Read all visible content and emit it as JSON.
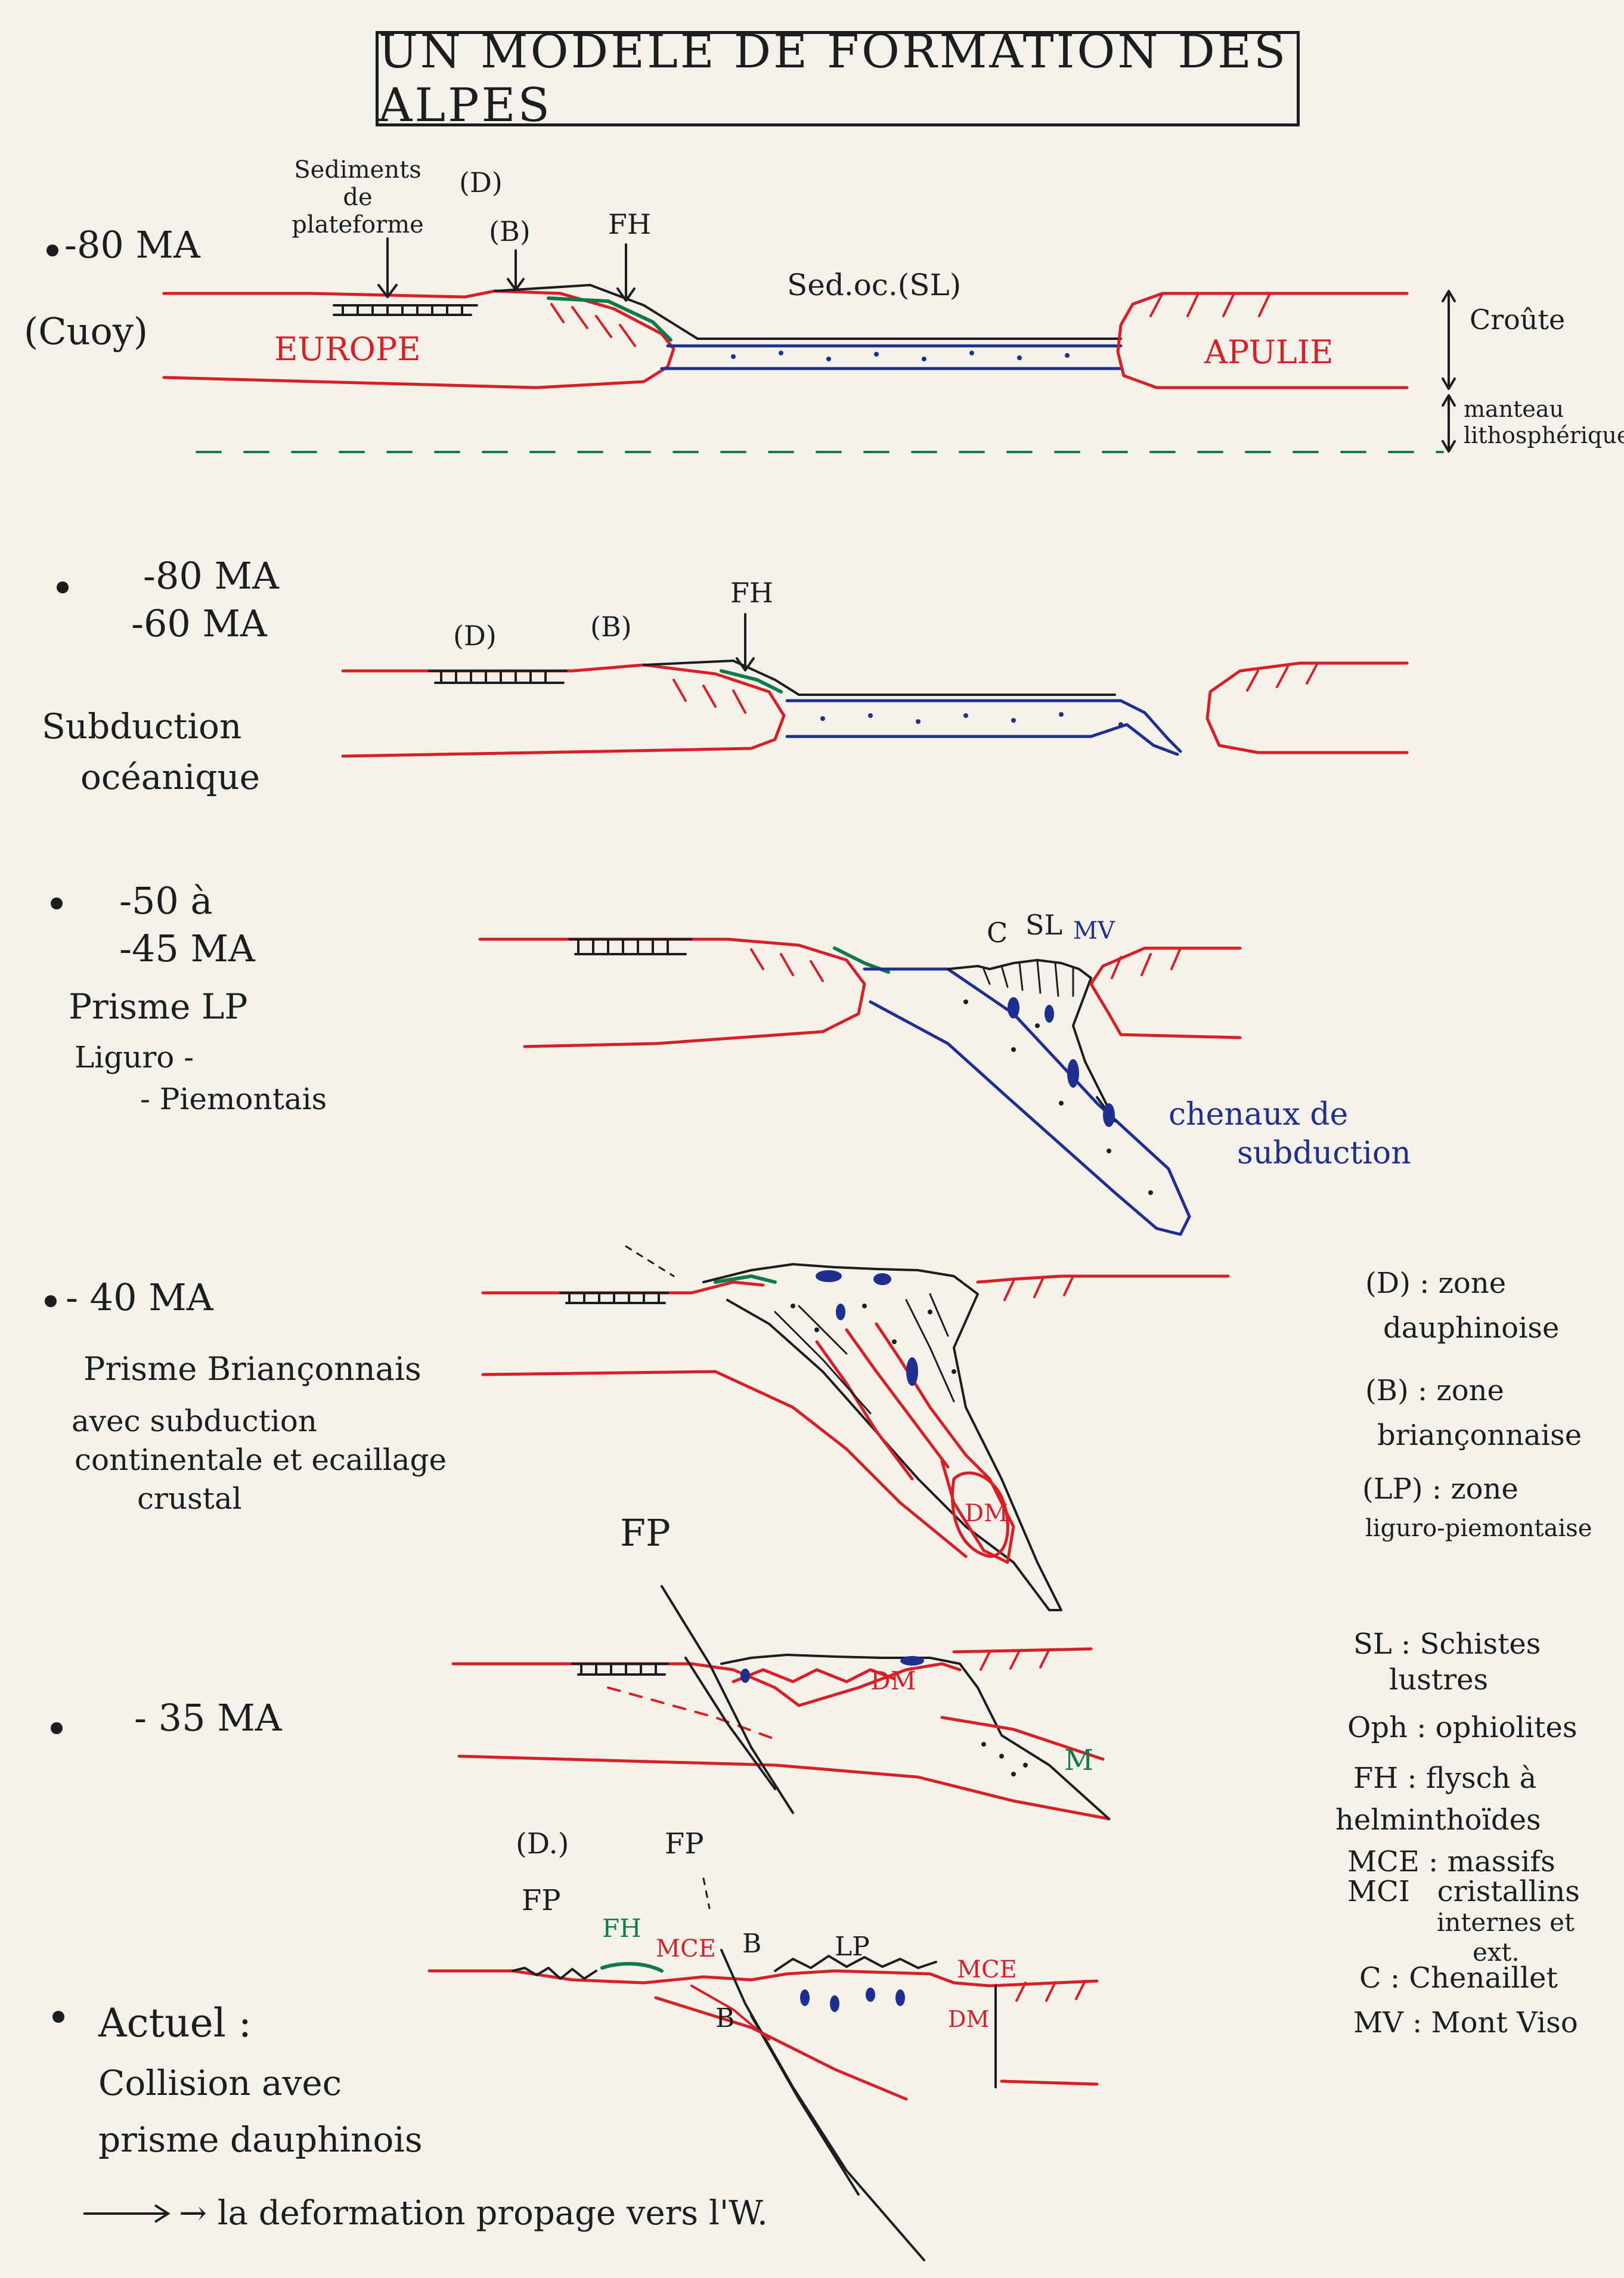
{
  "title": "UN MODELE DE FORMATION DES ALPES",
  "colors": {
    "crust_line": "#d81f26",
    "oceanic": "#1f2f8f",
    "flysch": "#127a4a",
    "ink": "#1d1d1f"
  },
  "stage1": {
    "time": "-80 MA",
    "note": "(Cuoy)",
    "sediments": "Sediments de plateforme",
    "d": "(D)",
    "b": "(B)",
    "fh": "FH",
    "sedoc": "Sed.oc.(SL)",
    "europe": "EUROPE",
    "apulie": "APULIE",
    "croute": "Croûte",
    "manteau": "manteau lithosphérique"
  },
  "stage2": {
    "time1": "-80 MA",
    "time2": "-60 MA",
    "d": "(D)",
    "b": "(B)",
    "fh": "FH",
    "caption1": "Subduction",
    "caption2": "océanique"
  },
  "stage3": {
    "time1": "-50 à",
    "time2": "-45 MA",
    "c": "C",
    "sl": "SL",
    "mv": "MV",
    "caption1": "Prisme LP",
    "caption2": "Liguro -",
    "caption3": "- Piemontais",
    "chenaux1": "chenaux de",
    "chenaux2": "subduction"
  },
  "stage4": {
    "time": "- 40 MA",
    "dm": "DM",
    "caption1": "Prisme Briançonnais",
    "caption2": "avec subduction",
    "caption3": "continentale et ecaillage",
    "caption4": "crustal"
  },
  "stage5": {
    "time": "- 35 MA",
    "fp": "FP",
    "dm": "DM",
    "m": "M"
  },
  "stage6": {
    "d": "(D.)",
    "fp_left": "FP",
    "fp_top": "FP",
    "fh": "FH",
    "mce": "MCE",
    "b_top": "B",
    "b_bottom": "B",
    "lp": "LP",
    "mce_right": "MCE",
    "dm": "DM",
    "caption1": "Actuel :",
    "caption2": "Collision avec",
    "caption3": "prisme dauphinois",
    "caption4": "→ la deformation propage vers l'W."
  },
  "legend": {
    "d1": "(D) : zone",
    "d2": "dauphinoise",
    "b1": "(B) : zone",
    "b2": "briançonnaise",
    "lp1": "(LP) : zone",
    "lp2": "liguro-piemontaise",
    "sl1": "SL : Schistes",
    "sl2": "lustres",
    "oph": "Oph : ophiolites",
    "fh1": "FH : flysch à",
    "fh2": "helminthoïdes",
    "mce1": "MCE : massifs",
    "mce2": "MCI   cristallins",
    "mce3": "internes et",
    "mce4": "ext.",
    "c": "C : Chenaillet",
    "mv": "MV : Mont Viso"
  }
}
